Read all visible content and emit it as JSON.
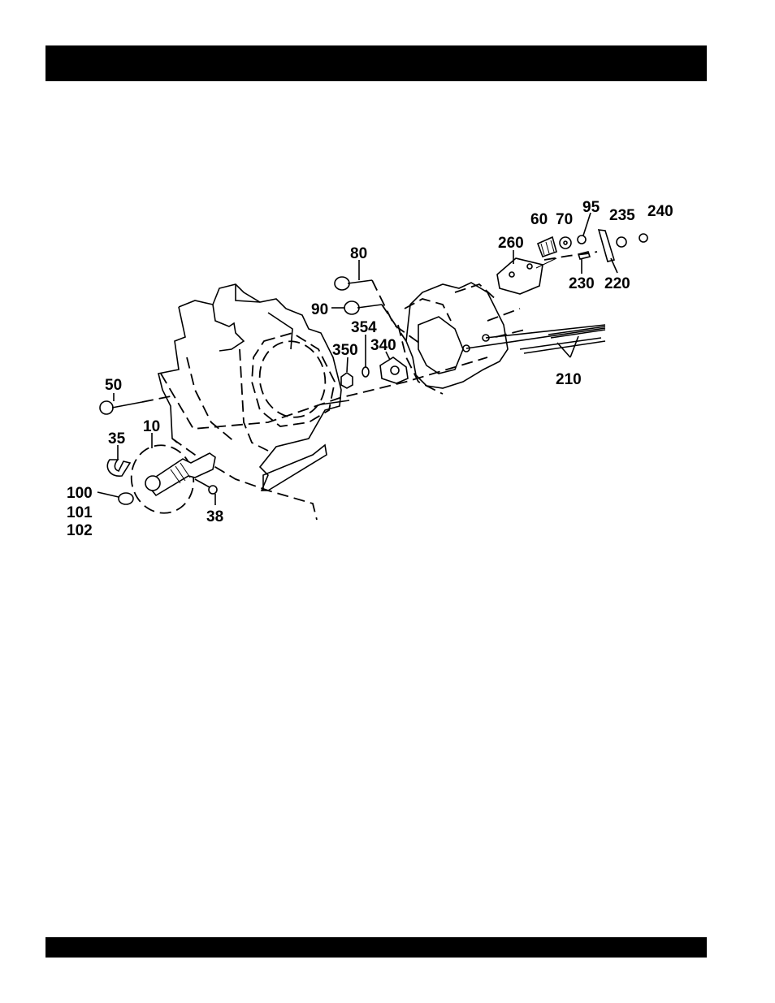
{
  "diagram": {
    "callouts": [
      {
        "id": "c10",
        "text": "10"
      },
      {
        "id": "c35",
        "text": "35"
      },
      {
        "id": "c38",
        "text": "38"
      },
      {
        "id": "c50",
        "text": "50"
      },
      {
        "id": "c60",
        "text": "60"
      },
      {
        "id": "c70",
        "text": "70"
      },
      {
        "id": "c80",
        "text": "80"
      },
      {
        "id": "c90",
        "text": "90"
      },
      {
        "id": "c95",
        "text": "95"
      },
      {
        "id": "c100",
        "text": "100"
      },
      {
        "id": "c101",
        "text": "101"
      },
      {
        "id": "c102",
        "text": "102"
      },
      {
        "id": "c210",
        "text": "210"
      },
      {
        "id": "c220",
        "text": "220"
      },
      {
        "id": "c230",
        "text": "230"
      },
      {
        "id": "c235",
        "text": "235"
      },
      {
        "id": "c240",
        "text": "240"
      },
      {
        "id": "c260",
        "text": "260"
      },
      {
        "id": "c340",
        "text": "340"
      },
      {
        "id": "c350",
        "text": "350"
      },
      {
        "id": "c354",
        "text": "354"
      }
    ]
  }
}
